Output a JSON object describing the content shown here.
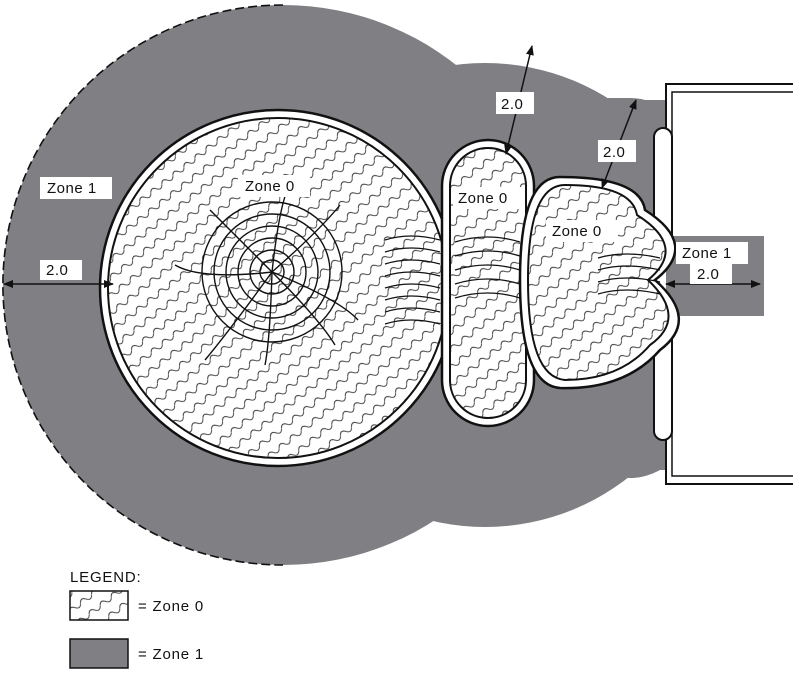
{
  "labels": {
    "zone1_left": "Zone 1",
    "zone0_big": "Zone 0",
    "zone0_pill": "Zone 0",
    "zone0_blob": "Zone 0",
    "zone1_right": "Zone 1"
  },
  "dimensions": {
    "left": "2.0",
    "top_pill": "2.0",
    "top_blob": "2.0",
    "right": "2.0"
  },
  "legend": {
    "title": "LEGEND:",
    "zone0": "= Zone 0",
    "zone1": "= Zone 1"
  },
  "colors": {
    "zone1_fill": "#808084",
    "outline": "#111111",
    "zone0_fill": "#ffffff"
  }
}
